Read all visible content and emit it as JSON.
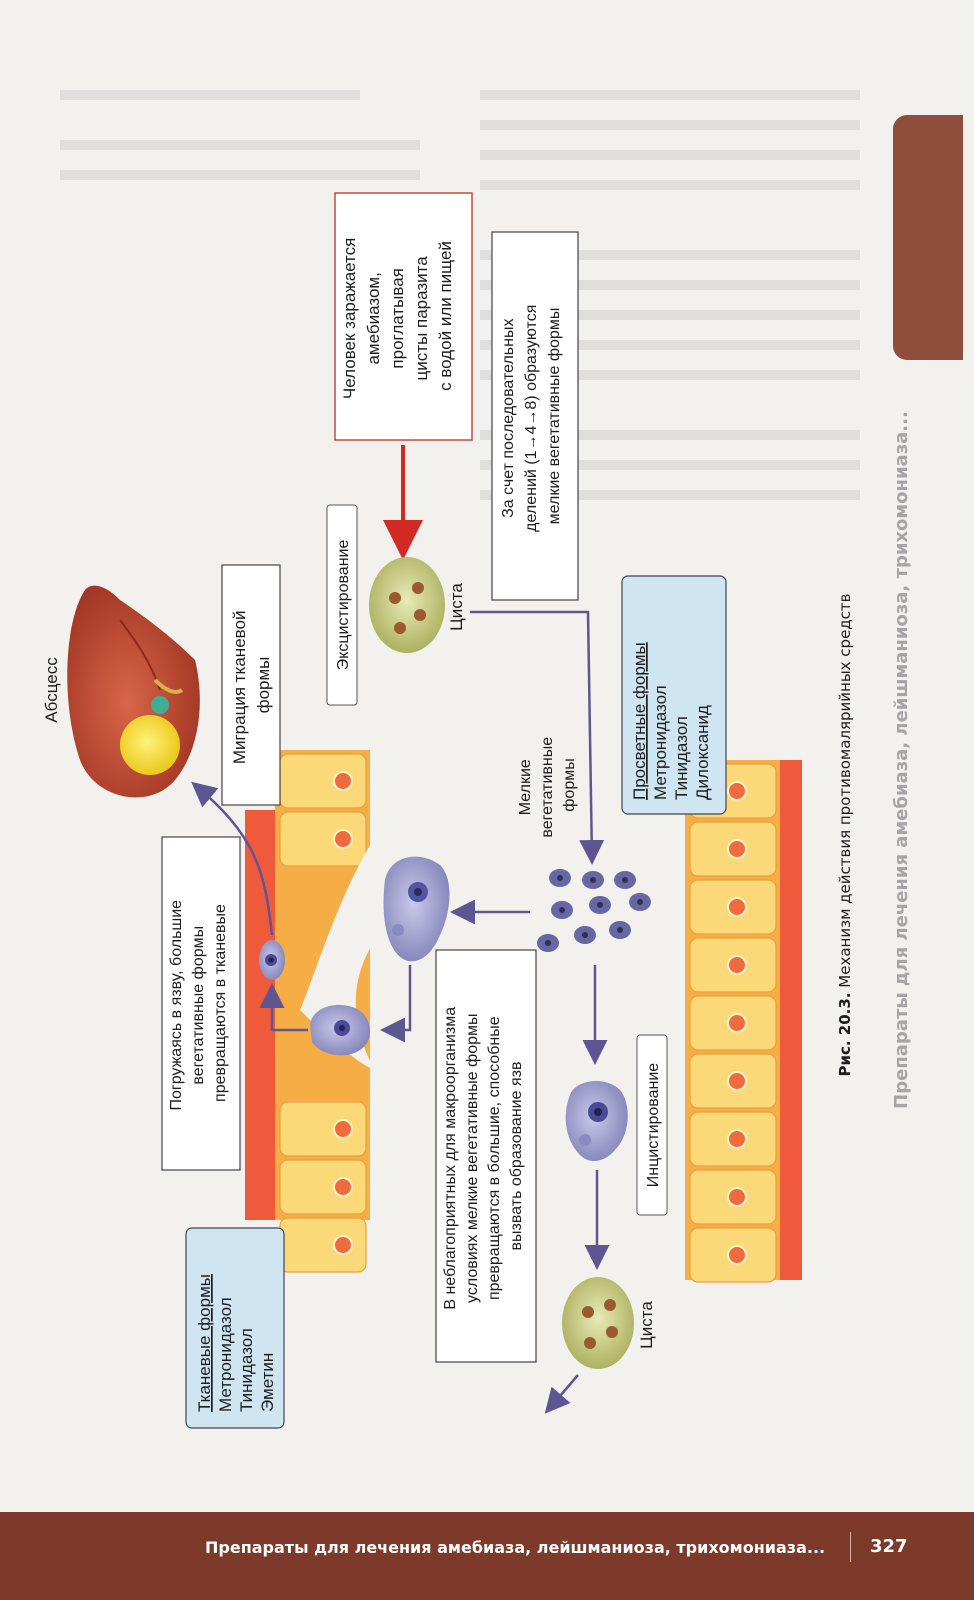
{
  "caption": {
    "number": "Рис. 20.3.",
    "text": "Механизм действия противомалярийных средств"
  },
  "running_head": "Препараты для лечения амебиаза, лейшманиоза, трихомониаза...",
  "footer": {
    "title": "Препараты для лечения амебиаза, лейшманиоза, трихомониаза...",
    "page": "327"
  },
  "diagram": {
    "infection_box": [
      "Человек заражается",
      "амебиазом,",
      "проглатывая",
      "цисты паразита",
      "с водой или пищей"
    ],
    "excystation": "Эксцистирование",
    "cyst_top": "Циста",
    "divisions_box": [
      "За счет последовательных",
      "делений (1→4→8) образуются",
      "мелкие вегетативные формы"
    ],
    "luminal_box": {
      "title": "Просветные формы",
      "drugs": [
        "Метронидазол",
        "Тинидазол",
        "Дилоксанид"
      ]
    },
    "small_forms": [
      "Мелкие",
      "вегетативные",
      "формы"
    ],
    "encystation": "Инцистирование",
    "cyst_bottom": "Циста",
    "unfavorable_box": [
      "В неблагоприятных для макроорганизма",
      "условиях мелкие вегетативные формы",
      "превращаются в большие, способные",
      "вызвать образование язв"
    ],
    "ulcer_box": [
      "Погружаясь в язву, большие",
      "вегетативные формы",
      "превращаются в тканевые"
    ],
    "migration_box": [
      "Миграция тканевой",
      "формы"
    ],
    "abscess": "Абсцесс",
    "tissue_box": {
      "title": "Тканевые формы",
      "drugs": [
        "Метронидазол",
        "Тинидазол",
        "Эметин"
      ]
    }
  },
  "colors": {
    "footer": "#7d3a2b",
    "red_arrow": "#d42a26",
    "arrow": "#5e5690",
    "box_blue": "#cfe6f2",
    "cell": "#f8c659",
    "liver": "#b8412c"
  }
}
